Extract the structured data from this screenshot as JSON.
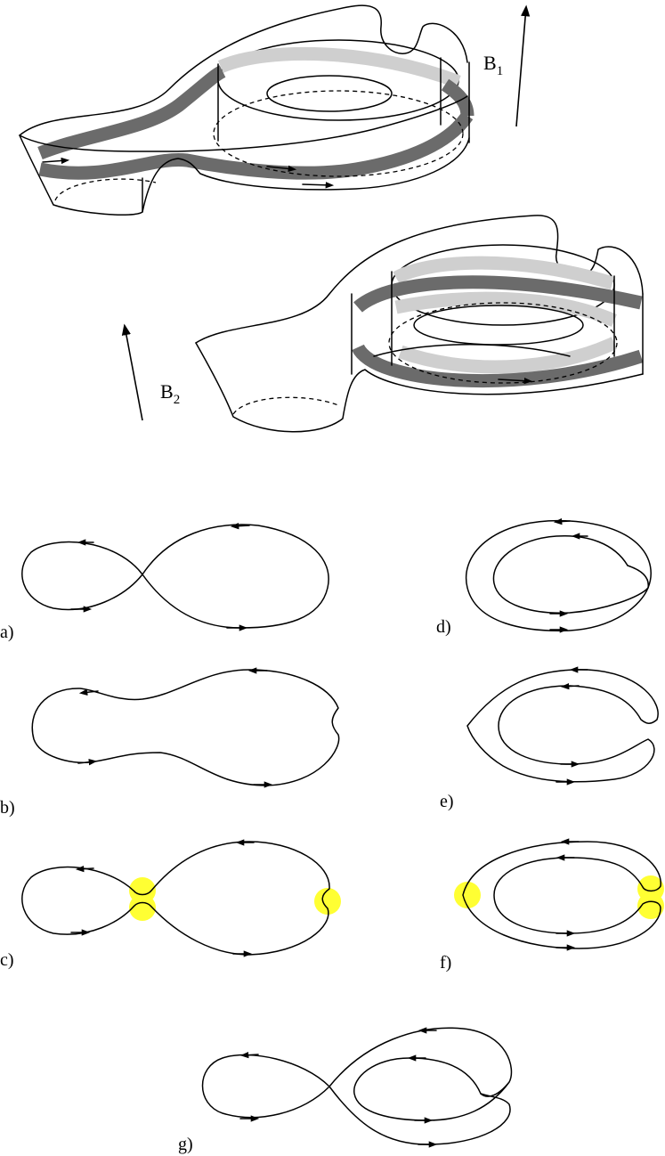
{
  "labels": {
    "B1": {
      "main": "B",
      "sub": "1"
    },
    "B2": {
      "main": "B",
      "sub": "2"
    }
  },
  "panels": {
    "a": "a)",
    "b": "b)",
    "c": "c)",
    "d": "d)",
    "e": "e)",
    "f": "f)",
    "g": "g)"
  },
  "colors": {
    "line": "#000000",
    "band_dark": "#6b6b6b",
    "band_light": "#cfcfcf",
    "highlight": "#ffff33",
    "background": "#ffffff"
  }
}
